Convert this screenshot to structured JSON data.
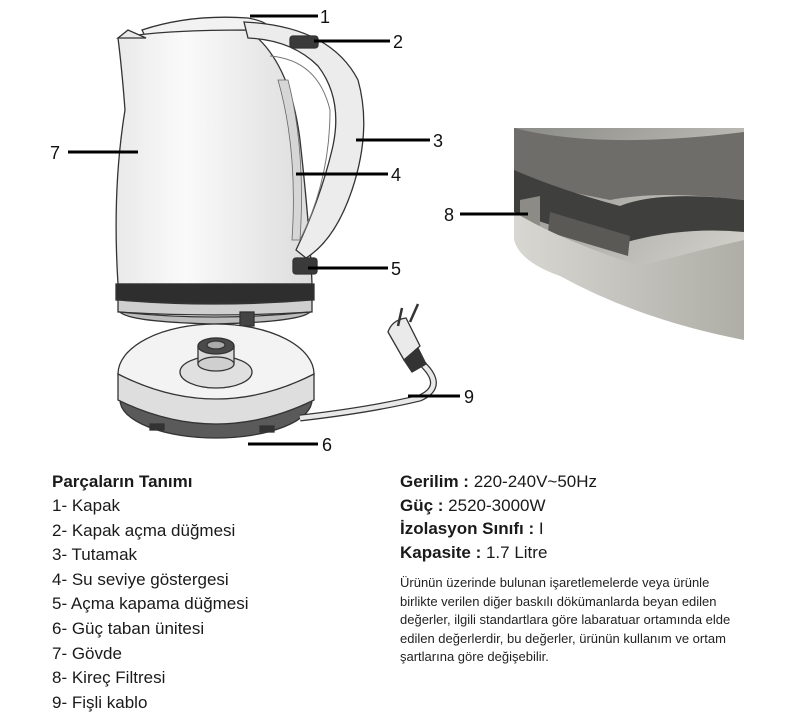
{
  "diagram": {
    "callouts": [
      "1",
      "2",
      "3",
      "4",
      "5",
      "6",
      "7",
      "8",
      "9"
    ]
  },
  "parts": {
    "heading": "Parçaların Tanımı",
    "items": [
      "1- Kapak",
      "2- Kapak açma düğmesi",
      "3- Tutamak",
      "4- Su seviye göstergesi",
      "5- Açma kapama düğmesi",
      "6- Güç taban ünitesi",
      "7- Gövde",
      "8- Kireç Filtresi",
      "9- Fişli kablo"
    ]
  },
  "specs": {
    "voltage": {
      "label": "Gerilim :",
      "value": " 220-240V~50Hz"
    },
    "power": {
      "label": "Güç :",
      "value": " 2520-3000W"
    },
    "insulation": {
      "label": "İzolasyon Sınıfı :",
      "value": " I"
    },
    "capacity": {
      "label": "Kapasite :",
      "value": " 1.7 Litre"
    }
  },
  "note": "Ürünün üzerinde bulunan işaretlemelerde veya ürünle birlikte verilen diğer baskılı dökümanlarda beyan edilen değerler, ilgili standartlara göre labaratuar ortamında elde edilen değerlerdir, bu değerler, ürünün kullanım ve ortam şartlarına göre değişebilir."
}
